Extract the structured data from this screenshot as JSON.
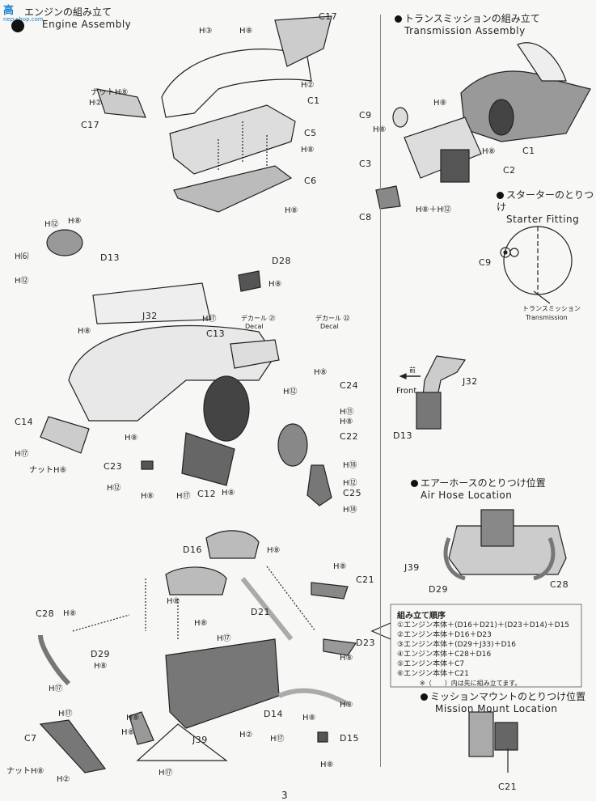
{
  "watermark": {
    "mark": "高",
    "sub": "nep-shop.com"
  },
  "engine_assembly": {
    "title_jp": "エンジンの組み立て",
    "title_en": "Engine Assembly"
  },
  "transmission_assembly": {
    "title_jp": "トランスミッションの組み立て",
    "title_en": "Transmission Assembly"
  },
  "starter_fitting": {
    "title_jp": "スターターのとりつけ",
    "title_en": "Starter Fitting",
    "part": "C9",
    "transmission_jp": "トランスミッション",
    "transmission_en": "Transmission"
  },
  "front_view": {
    "front_jp": "前",
    "front_en": "Front",
    "part_top": "J32",
    "part_bottom": "D13"
  },
  "air_hose": {
    "title_jp": "エアーホースのとりつけ位置",
    "title_en": "Air Hose Location",
    "parts": [
      "J39",
      "D29",
      "C28"
    ]
  },
  "mission_mount": {
    "title_jp": "ミッションマウントのとりつけ位置",
    "title_en": "Mission Mount Location",
    "part": "C21"
  },
  "assembly_order": {
    "title": "組み立て順序",
    "steps": [
      "①エンジン本体＋(D16＋D21)＋(D23＋D14)＋D15",
      "②エンジン本体＋D16＋D23",
      "③エンジン本体＋(D29＋J33)＋D16",
      "④エンジン本体＋C28＋D16",
      "⑤エンジン本体＋C7",
      "⑥エンジン本体＋C21"
    ],
    "note": "※（　　）内は先に組み立てます。"
  },
  "decals": {
    "decal21_jp": "デカール ㉑",
    "decal21_en": "Decal",
    "decal22_jp": "デカール ㉒",
    "decal22_en": "Decal"
  },
  "nut_jp": "ナット",
  "screw_labels": {
    "h3": "H③",
    "h8": "H⑧",
    "h2": "H②",
    "h12": "H⑫",
    "h61": "H⑹",
    "h77": "H⑰",
    "h11": "H⑪",
    "h18": "H⑱",
    "h8_12": "H⑧＋H⑫",
    "h81": "H⑧"
  },
  "parts": {
    "c17": "C17",
    "c1": "C1",
    "c5": "C5",
    "c6": "C6",
    "d13": "D13",
    "d28": "D28",
    "j32": "J32",
    "c13": "C13",
    "c24": "C24",
    "c14": "C14",
    "c22": "C22",
    "c23": "C23",
    "c12": "C12",
    "c25": "C25",
    "d16": "D16",
    "c21": "C21",
    "d21": "D21",
    "c28": "C28",
    "d23": "D23",
    "d29": "D29",
    "d14": "D14",
    "c7": "C7",
    "j39": "J39",
    "d15": "D15",
    "c9": "C9",
    "c3": "C3",
    "c2": "C2",
    "c8": "C8"
  },
  "page_number": "3"
}
